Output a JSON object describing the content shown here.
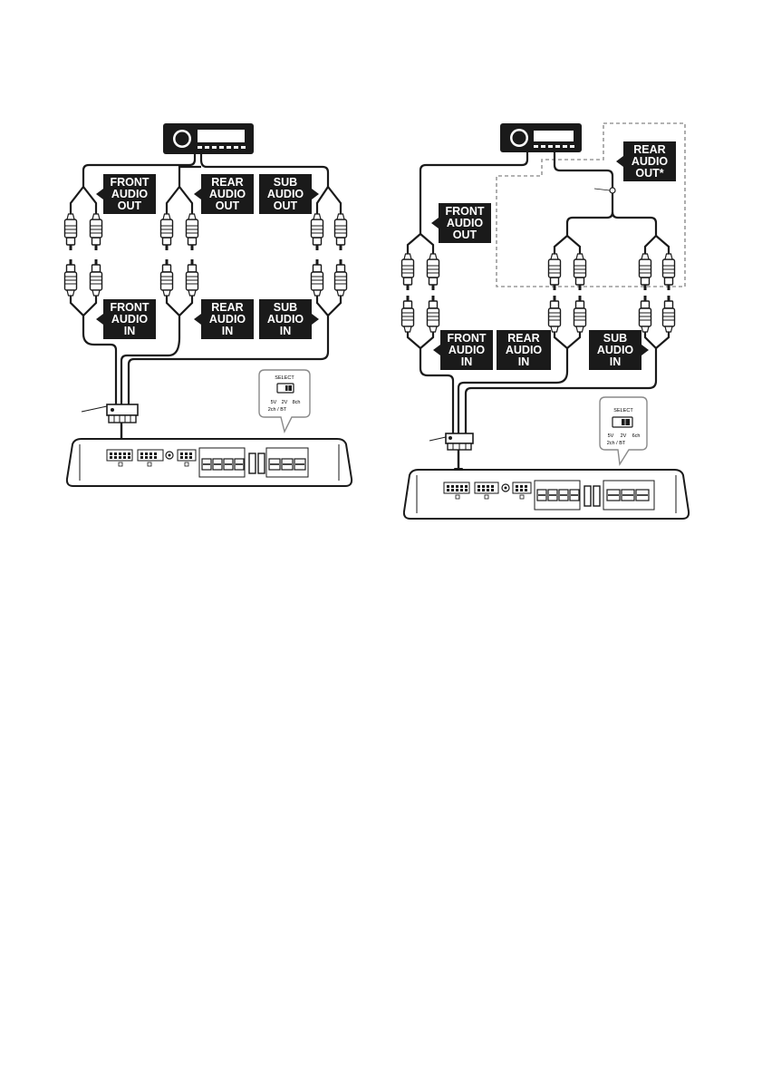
{
  "colors": {
    "ink": "#1a1a1a",
    "label_bg": "#1a1a1a",
    "label_text": "#ffffff",
    "connector_fill": "#ffffff",
    "dashed": "#9a9a9a",
    "callout_border": "#8a8a8a"
  },
  "left_diagram": {
    "out_labels": {
      "front": [
        "FRONT",
        "AUDIO",
        "OUT"
      ],
      "rear": [
        "REAR",
        "AUDIO",
        "OUT"
      ],
      "sub": [
        "SUB",
        "AUDIO",
        "OUT"
      ]
    },
    "in_labels": {
      "front": [
        "FRONT",
        "AUDIO",
        "IN"
      ],
      "rear": [
        "REAR",
        "AUDIO",
        "IN"
      ],
      "sub": [
        "SUB",
        "AUDIO",
        "IN"
      ]
    },
    "select": {
      "title": "SELECT",
      "options": [
        "5V",
        "2V",
        "8ch"
      ],
      "sub": "2ch / BT"
    }
  },
  "right_diagram": {
    "out_labels": {
      "front": [
        "FRONT",
        "AUDIO",
        "OUT"
      ],
      "rear": [
        "REAR",
        "AUDIO",
        "OUT*"
      ]
    },
    "in_labels": {
      "front": [
        "FRONT",
        "AUDIO",
        "IN"
      ],
      "rear": [
        "REAR",
        "AUDIO",
        "IN"
      ],
      "sub": [
        "SUB",
        "AUDIO",
        "IN"
      ]
    },
    "select": {
      "title": "SELECT",
      "options": [
        "5V",
        "2V",
        "6ch"
      ],
      "sub": "2ch / BT"
    }
  },
  "icons": {
    "head_unit": "car-stereo-icon",
    "rca_plug": "rca-plug-icon",
    "amplifier": "amplifier-icon",
    "harness": "wire-harness-connector-icon"
  }
}
